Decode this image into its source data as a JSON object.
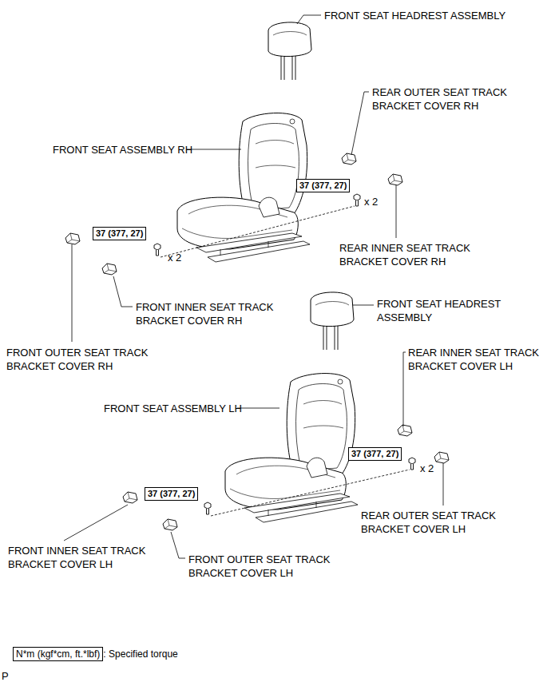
{
  "diagram": {
    "nodes": [
      {
        "text": [
          "37 (377, 27)"
        ]
      },
      {
        "text": [
          "37 (377, 27)"
        ]
      },
      {
        "text": [
          "37 (377, 27)"
        ]
      },
      {
        "text": [
          "37 (377, 27)"
        ]
      },
      {
        "text": [
          "N*m (kgf*cm, ft.*lbf)",
          ": Specified torque"
        ]
      }
    ],
    "labels": [
      "FRONT SEAT HEADREST ASSEMBLY",
      "REAR OUTER SEAT TRACK BRACKET COVER RH",
      "FRONT SEAT ASSEMBLY RH",
      "x 2",
      "REAR INNER SEAT TRACK BRACKET COVER RH",
      "x 2",
      "FRONT INNER SEAT TRACK BRACKET COVER RH",
      "FRONT OUTER SEAT TRACK BRACKET COVER RH",
      "FRONT SEAT HEADREST ASSEMBLY",
      "REAR INNER SEAT TRACK BRACKET COVER LH",
      "FRONT SEAT ASSEMBLY LH",
      "x 2",
      "REAR OUTER SEAT TRACK BRACKET COVER LH",
      "FRONT INNER SEAT TRACK BRACKET COVER LH",
      "FRONT OUTER SEAT TRACK BRACKET COVER LH",
      "P"
    ]
  }
}
